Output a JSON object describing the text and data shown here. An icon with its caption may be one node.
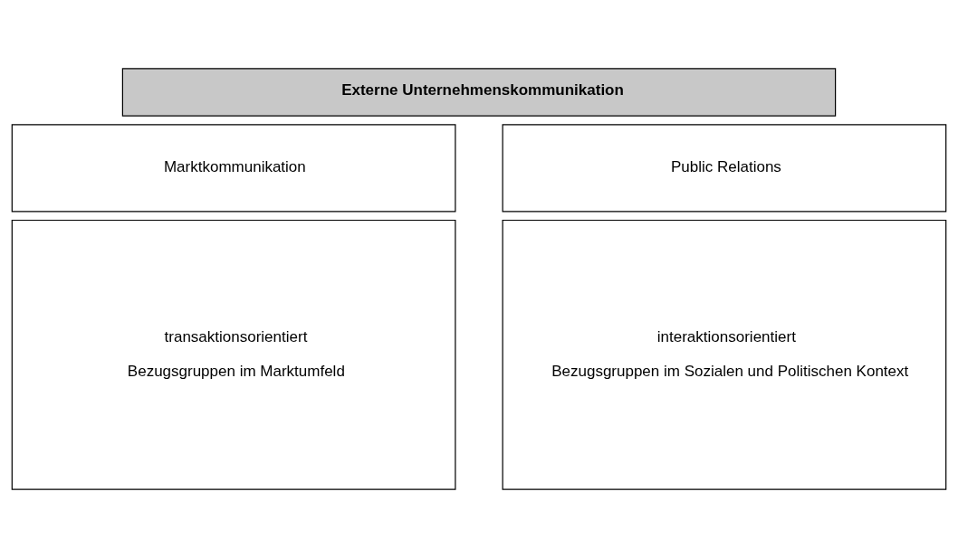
{
  "diagram": {
    "nodes": [
      {
        "text": [
          "Externe Unternehmenskommunikation"
        ]
      },
      {
        "text": [
          "Marktkommunikation"
        ]
      },
      {
        "text": [
          "transaktionsorientiert",
          "Bezugsgruppen im Marktumfeld"
        ]
      },
      {
        "text": [
          "Public Relations"
        ]
      },
      {
        "text": [
          "interaktionsorientiert",
          "Bezugsgruppen im Sozialen und Politischen Kontext"
        ]
      }
    ],
    "edges": []
  }
}
